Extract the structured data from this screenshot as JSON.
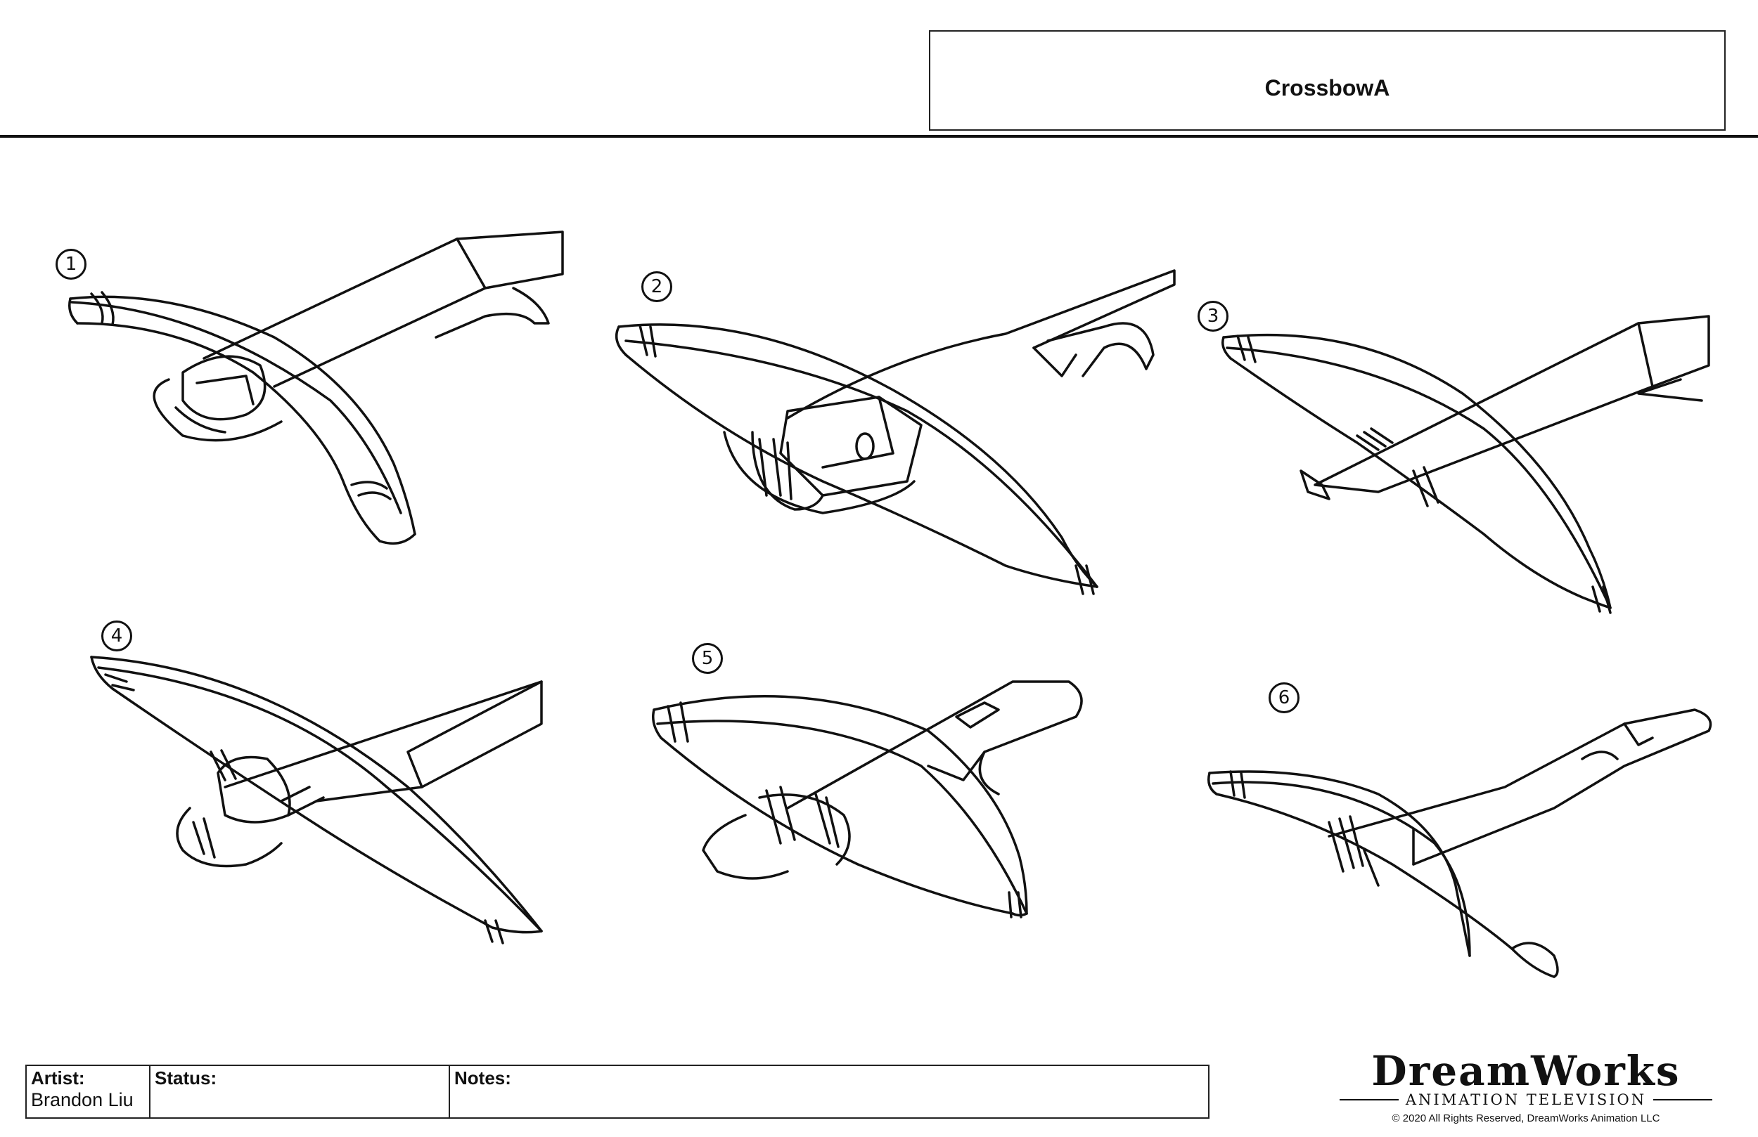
{
  "header": {
    "title": "CrossbowA"
  },
  "sketches": [
    {
      "number": "1"
    },
    {
      "number": "2"
    },
    {
      "number": "3"
    },
    {
      "number": "4"
    },
    {
      "number": "5"
    },
    {
      "number": "6"
    }
  ],
  "info": {
    "artist_label": "Artist:",
    "artist_value": "Brandon Liu",
    "status_label": "Status:",
    "status_value": "",
    "notes_label": "Notes:",
    "notes_value": ""
  },
  "logo": {
    "brand": "DreamWorks",
    "sub": "ANIMATION TELEVISION",
    "copyright": "© 2020 All Rights Reserved, DreamWorks Animation LLC"
  }
}
